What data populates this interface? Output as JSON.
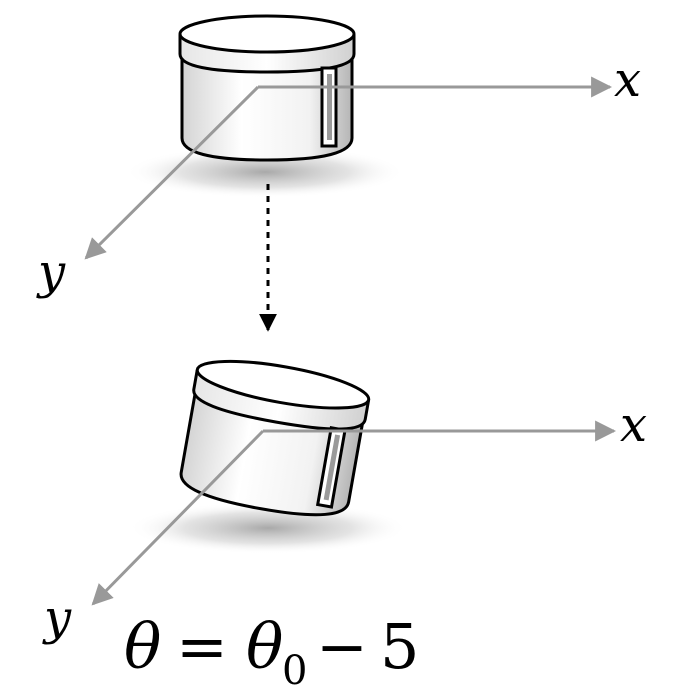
{
  "top_object": {
    "axis_x_label": "x",
    "axis_y_label": "y"
  },
  "bottom_object": {
    "axis_x_label": "x",
    "axis_y_label": "y"
  },
  "equation": {
    "theta": "θ",
    "equals": "=",
    "theta0": "θ",
    "subscript": "0",
    "minus": "−",
    "value": "5"
  },
  "colors": {
    "axis": "#999999",
    "outline": "#000000",
    "body_light": "#ffffff",
    "body_dark": "#bdbdbd",
    "shadow": "#8c8c8c"
  }
}
